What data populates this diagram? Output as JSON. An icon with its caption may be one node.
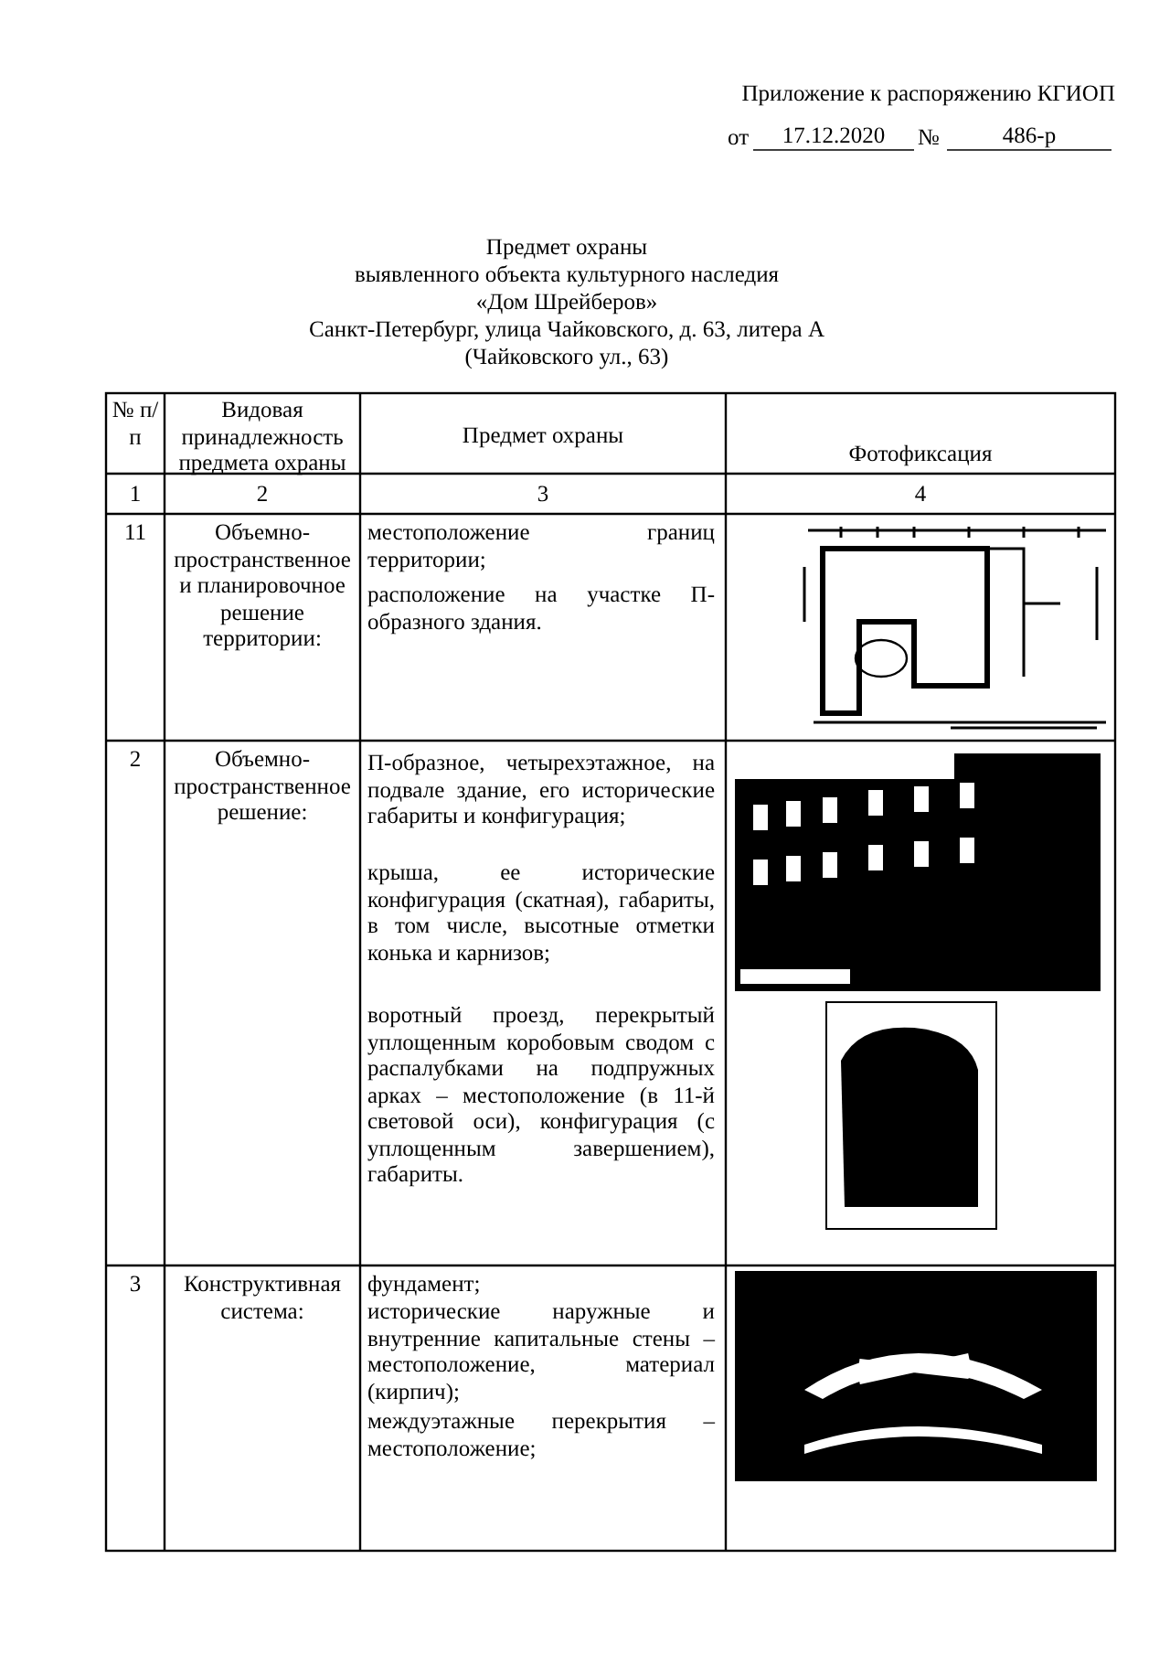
{
  "diagram": {
    "title": "Предмет охраны",
    "labels": [
      "Приложение к распоряжению КГИОП",
      "от",
      "17.12.2020",
      "№",
      "486-р",
      "выявленного объекта культурного наследия",
      "«Дом Шрейберов»",
      "Санкт-Петербург, улица Чайковского, д. 63, литера А",
      "(Чайковского ул., 63)",
      "№ п/п",
      "Видовая принадлежность предмета охраны",
      "Предмет охраны",
      "Фотофиксация",
      "1",
      "2",
      "3",
      "4",
      "11",
      "Объемно-пространственное и планировочное решение территории:",
      "местоположение границ территории;",
      "расположение на участке П-образного здания.",
      "2",
      "Объемно-пространственное решение:",
      "П-образное, четырехэтажное, на подвале здание, его исторические габариты и конфигурация;",
      "крыша, ее исторические конфигурация (скатная), габариты, в том числе, высотные отметки конька и карнизов;",
      "воротный проезд, перекрытый уплощенным коробовым сводом с распалубками на подпружных арках – местоположение (в 11-й световой оси), конфигурация (с уплощенным завершением), габариты.",
      "3",
      "Конструктивная система:",
      "фундамент;",
      "исторические наружные и внутренние капитальные стены – местоположение, материал (кирпич);",
      "междуэтажные перекрытия – местоположение;"
    ]
  }
}
